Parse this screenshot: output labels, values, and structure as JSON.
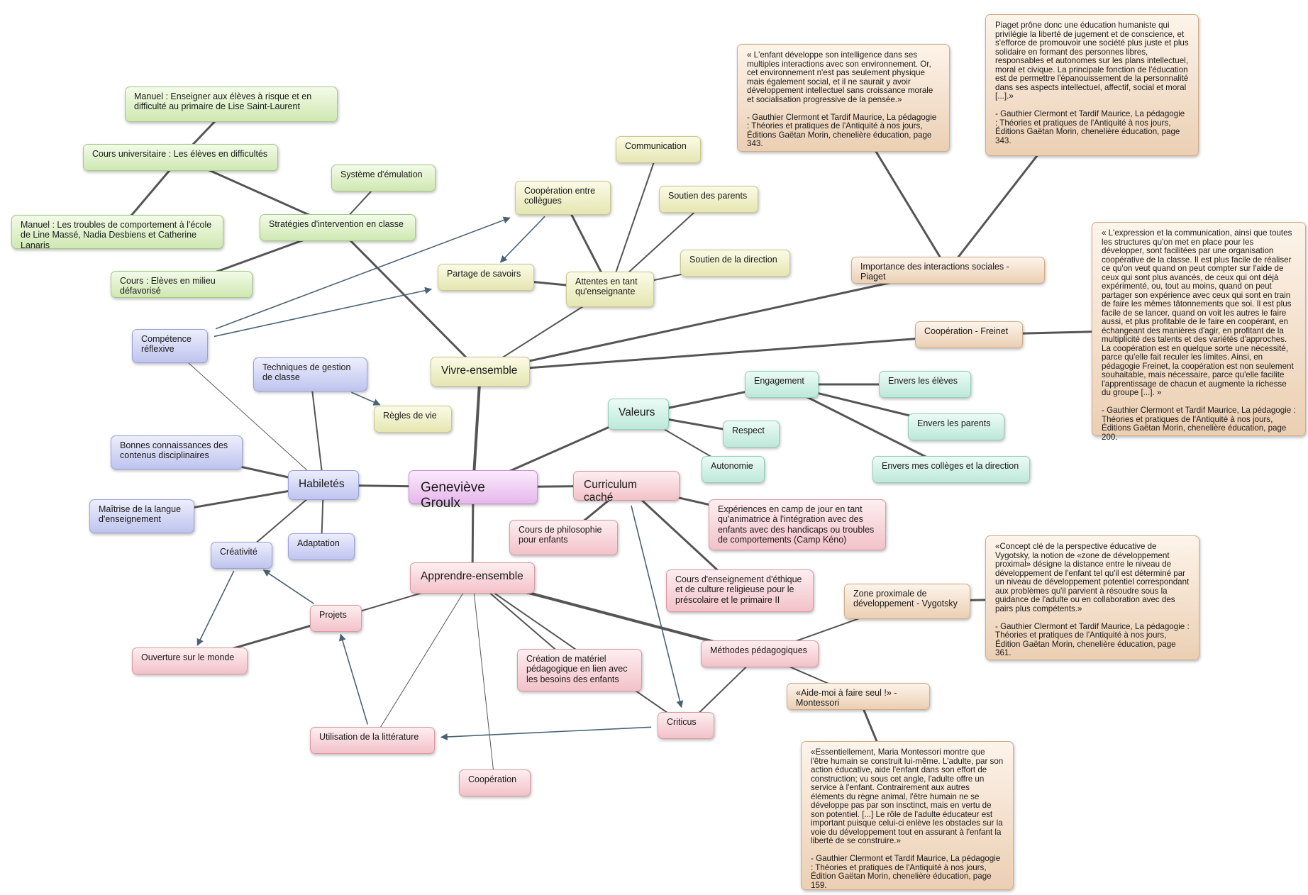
{
  "root": "Geneviève Groulx",
  "main": {
    "vivre": "Vivre-ensemble",
    "habiletes": "Habiletés",
    "valeurs": "Valeurs",
    "curriculum": "Curriculum caché",
    "apprendre": "Apprendre-ensemble"
  },
  "green": {
    "manuel_risque": "Manuel : Enseigner aux élèves à risque et en difficulté au primaire de Lise Saint-Laurent",
    "cours_univ": "Cours universitaire : Les élèves en difficultés",
    "manuel_trouble": "Manuel : Les troubles de comportement à l'école de Line Massé, Nadia Desbiens et Catherine Lanaris",
    "systeme": "Système d'émulation",
    "strategies": "Stratégies d'intervention en classe",
    "cours_milieu": "Cours : Elèves en milieu défavorisé"
  },
  "yellow": {
    "cooperation_coll": "Coopération entre collègues",
    "communication": "Communication",
    "soutien_parents": "Soutien des parents",
    "partage": "Partage de savoirs",
    "attentes": "Attentes en tant qu'enseignante",
    "soutien_direction": "Soutien de la direction",
    "regles": "Règles de vie"
  },
  "blue": {
    "competence": "Compétence réflexive",
    "techniques": "Techniques de gestion de classe",
    "bonnes": "Bonnes connaissances des contenus disciplinaires",
    "maitrise": "Maîtrise de la langue d'enseignement",
    "adaptation": "Adaptation",
    "creativite": "Créativité"
  },
  "teal": {
    "engagement": "Engagement",
    "envers_eleves": "Envers les élèves",
    "envers_parents": "Envers les parents",
    "respect": "Respect",
    "autonomie": "Autonomie",
    "envers_collegues": "Envers mes collèges et la direction"
  },
  "pink": {
    "experiences": "Expériences en camp de jour en tant qu'animatrice à l'intégration avec des enfants avec des handicaps ou troubles de comportements (Camp Kéno)",
    "philo": "Cours de philosophie pour enfants",
    "ethique": "Cours d'enseignement d'éthique et de culture religieuse pour le préscolaire et le primaire II",
    "projets": "Projets",
    "ouverture": "Ouverture sur le monde",
    "creation": "Création de matériel pédagogique en lien avec les besoins des enfants",
    "methodes": "Méthodes pédagogiques",
    "criticus": "Criticus",
    "litterature": "Utilisation de la littérature",
    "cooperation": "Coopération"
  },
  "tan": {
    "piaget_label": "Importance des interactions sociales - Piaget",
    "freinet_label": "Coopération - Freinet",
    "vygotsky_label": "Zone proximale de développement - Vygotsky",
    "montessori_label": "«Aide-moi à faire seul !» - Montessori",
    "quote_piaget1": "« L'enfant développe son intelligence dans ses multiples interactions avec son environnement. Or, cet environnement n'est pas seulement physique mais également social, et il ne saurait y avoir développement intellectuel sans croissance morale et socialisation progressive de la pensée.»\n\n- Gauthier Clermont et Tardif Maurice, La pédagogie : Théories et pratiques de l'Antiquité à nos jours, Éditions Gaëtan Morin, chenelière éducation, page 343.",
    "quote_piaget2": "Piaget prône donc une éducation humaniste qui privilégie la liberté de jugement et de conscience, et s'efforce de promouvoir une société plus juste et plus solidaire en formant des personnes libres, responsables et autonomes sur les plans intellectuel, moral et civique. La principale fonction de l'éducation est de permettre l'épanouissement de la personnalité dans ses aspects intellectuel, affectif, social et moral [...].»\n\n- Gauthier Clermont et Tardif Maurice, La pédagogie : Théories et pratiques de l'Antiquité à nos jours, Éditions Gaëtan Morin, chenelière éducation, page 343.",
    "quote_freinet": "« L'expression et la communication, ainsi que toutes les structures qu'on met en place pour les développer, sont facilitées par une organisation coopérative de la classe. Il est plus facile de réaliser ce qu'on veut quand on peut compter sur l'aide de ceux qui sont plus avancés, de ceux qui ont déjà expérimenté, ou, tout au moins, quand on peut partager son expérience avec ceux qui sont en train de faire les mêmes tâtonnements que soi. Il est plus facile de se lancer, quand on voit les autres le faire aussi, et plus profitable de le faire en coopérant, en échangeant des manières d'agir, en profitant de la multiplicité des talents et des variétés d'approches. La coopération est en quelque sorte une nécessité, parce qu'elle fait reculer les limites. Ainsi, en pédagogie Freinet, la coopération est non seulement souhaitable, mais nécessaire, parce qu'elle facilite l'apprentissage de chacun et augmente la richesse du groupe [...]. »\n\n- Gauthier Clermont et Tardif Maurice, La pédagogie : Théories et pratiques de l'Antiquité à nos jours, Éditions Gaëtan Morin, chenelière éducation, page 200.",
    "quote_vygotsky": "«Concept clé de la perspective éducative de Vygotsky, la notion de «zone de développement proximal» désigne la distance entre le niveau de développement de l'enfant tel qu'il est déterminé par un niveau de développement potentiel correspondant aux problèmes qu'il parvient à résoudre sous la guidance de l'adulte ou en collaboration avec des pairs plus compétents.»\n\n- Gauthier Clermont et Tardif Maurice, La pédagogie : Théories et pratiques de l'Antiquité à nos jours, Édition Gaëtan Morin, chenelière éducation, page 361.",
    "quote_montessori": "«Essentiellement, Maria Montessori montre que l'être humain se construit lui-même. L'adulte, par son action éducative, aide l'enfant dans son effort de construction; vu sous cet angle, l'adulte offre un service à l'enfant. Contrairement aux autres éléments du règne animal, l'être humain ne se développe pas par son insctinct, mais en vertu de son potentiel. [...] Le rôle de l'adulte éducateur est important puisque celui-ci enlève les obstacles sur la voie du développement tout en assurant à l'enfant la liberté de se construire.»\n\n- Gauthier Clermont et Tardif Maurice, La pédagogie : Théories et pratiques de l'Antiquité à nos jours, Édition Gaëtan Morin, chenelière éducation, page 159."
  }
}
